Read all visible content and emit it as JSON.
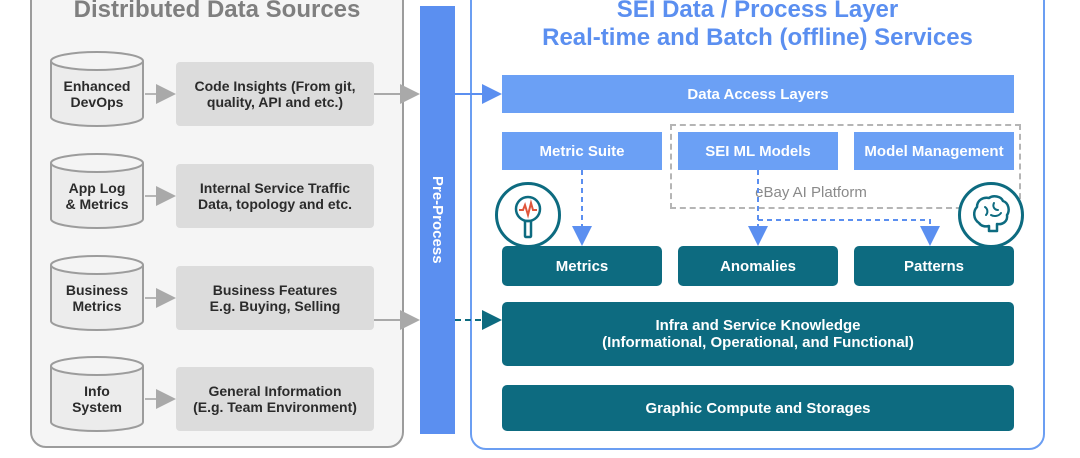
{
  "left_panel": {
    "title": "Distributed Data Sources",
    "sources": [
      {
        "db_label": "Enhanced\nDevOps",
        "box_text": "Code Insights (From git,\nquality, API and etc.)"
      },
      {
        "db_label": "App Log\n& Metrics",
        "box_text": "Internal Service Traffic\nData, topology and etc."
      },
      {
        "db_label": "Business\nMetrics",
        "box_text": "Business Features\nE.g. Buying, Selling"
      },
      {
        "db_label": "Info\nSystem",
        "box_text": "General Information\n(E.g. Team Environment)"
      }
    ]
  },
  "preprocess": {
    "label": "Pre-Process"
  },
  "right_panel": {
    "title_line1": "SEI Data / Process Layer",
    "title_line2": "Real-time and Batch (offline) Services",
    "data_access": "Data Access Layers",
    "metric_suite": "Metric Suite",
    "ml_models": "SEI ML Models",
    "model_management": "Model Management",
    "platform": "eBay AI Platform",
    "outputs": {
      "metrics": "Metrics",
      "anomalies": "Anomalies",
      "patterns": "Patterns"
    },
    "knowledge": "Infra and Service Knowledge\n(Informational, Operational, and Functional)",
    "compute": "Graphic Compute and Storages"
  },
  "icons": {
    "metrics_icon": "gauge-magnifier-icon",
    "patterns_icon": "brain-icon"
  },
  "colors": {
    "blue": "#6ba0f5",
    "teal": "#0d6b80",
    "left_panel_bg": "#f5f5f5",
    "source_box": "#dcdcdc",
    "right_title": "#5b8ff0"
  }
}
